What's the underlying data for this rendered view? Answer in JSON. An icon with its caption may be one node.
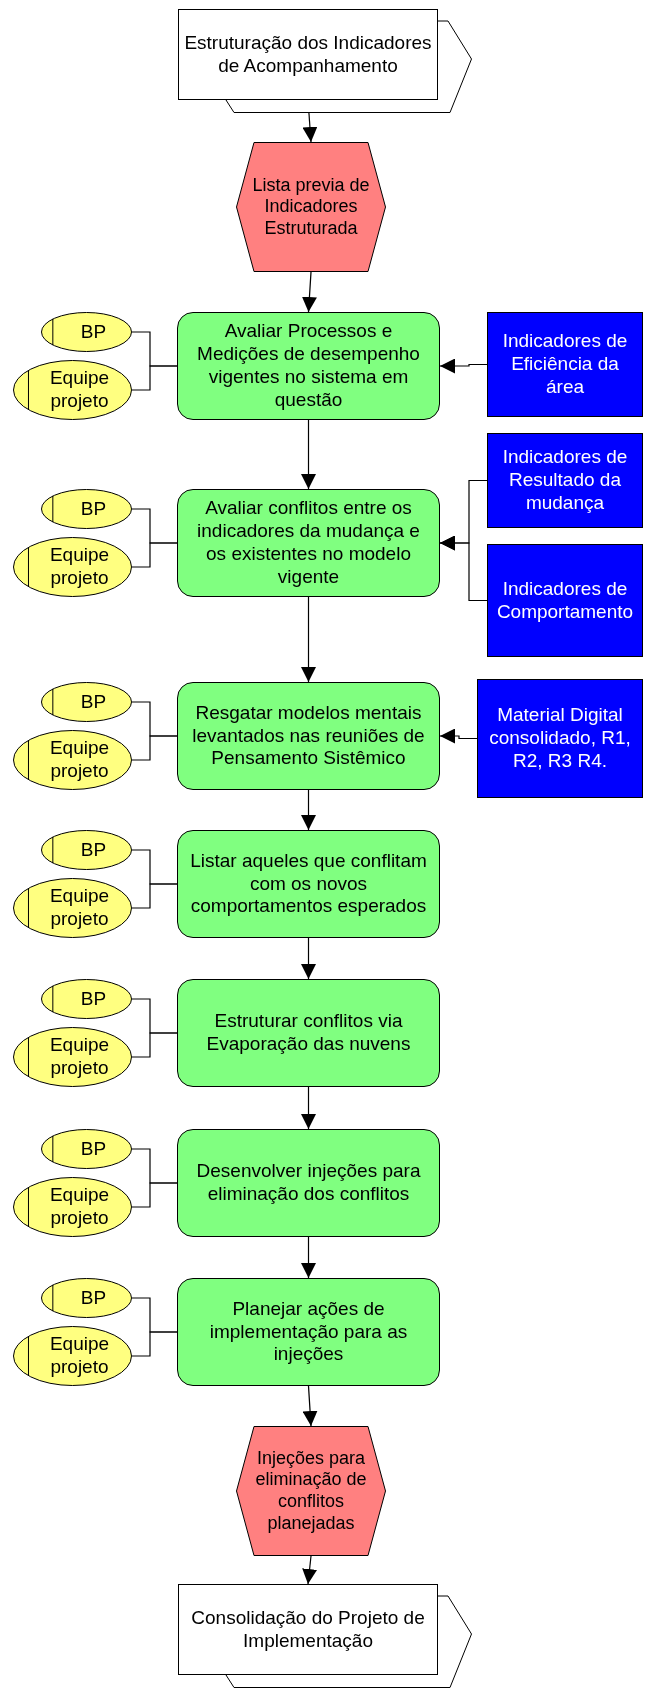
{
  "diagram": {
    "nodes": [
      {
        "text": [
          "Estruturação dos Indicadores de Acompanhamento"
        ]
      },
      {
        "text": [
          "Lista previa de Indicadores Estruturada"
        ]
      },
      {
        "text": [
          "BP"
        ]
      },
      {
        "text": [
          "Equipe projeto"
        ]
      },
      {
        "text": [
          "Avaliar Processos e Medições de desempenho vigentes no sistema em questão"
        ]
      },
      {
        "text": [
          "Indicadores de Eficiência da área"
        ]
      },
      {
        "text": [
          "BP"
        ]
      },
      {
        "text": [
          "Equipe projeto"
        ]
      },
      {
        "text": [
          "Avaliar conflitos entre os indicadores  da mudança e os existentes no modelo vigente"
        ]
      },
      {
        "text": [
          "Indicadores de Resultado da mudança"
        ]
      },
      {
        "text": [
          "Indicadores de Comportamento"
        ]
      },
      {
        "text": [
          "BP"
        ]
      },
      {
        "text": [
          "Equipe projeto"
        ]
      },
      {
        "text": [
          "Resgatar modelos mentais levantados nas reuniões de Pensamento Sistêmico"
        ]
      },
      {
        "text": [
          "Material Digital consolidado, R1, R2, R3 R4."
        ]
      },
      {
        "text": [
          "BP"
        ]
      },
      {
        "text": [
          "Equipe projeto"
        ]
      },
      {
        "text": [
          "Listar aqueles que conflitam com os novos comportamentos esperados"
        ]
      },
      {
        "text": [
          "BP"
        ]
      },
      {
        "text": [
          "Equipe projeto"
        ]
      },
      {
        "text": [
          "Estruturar conflitos via Evaporação das nuvens"
        ]
      },
      {
        "text": [
          "BP"
        ]
      },
      {
        "text": [
          "Equipe projeto"
        ]
      },
      {
        "text": [
          "Desenvolver injeções para eliminação dos conflitos"
        ]
      },
      {
        "text": [
          "BP"
        ]
      },
      {
        "text": [
          "Equipe projeto"
        ]
      },
      {
        "text": [
          "Planejar ações de implementação para as injeções"
        ]
      },
      {
        "text": [
          "Injeções para eliminação de conflitos planejadas"
        ]
      },
      {
        "text": [
          "Consolidação do Projeto de Implementação"
        ]
      }
    ],
    "edges": [
      {
        "from": 0,
        "to": 1,
        "arrow": "to"
      },
      {
        "from": 1,
        "to": 4,
        "arrow": "to"
      },
      {
        "from": 2,
        "to": 4,
        "arrow": "none"
      },
      {
        "from": 3,
        "to": 4,
        "arrow": "none"
      },
      {
        "from": 5,
        "to": 4,
        "arrow": "to"
      },
      {
        "from": 4,
        "to": 8,
        "arrow": "to"
      },
      {
        "from": 6,
        "to": 8,
        "arrow": "none"
      },
      {
        "from": 7,
        "to": 8,
        "arrow": "none"
      },
      {
        "from": 9,
        "to": 8,
        "arrow": "to"
      },
      {
        "from": 10,
        "to": 8,
        "arrow": "to"
      },
      {
        "from": 8,
        "to": 13,
        "arrow": "to"
      },
      {
        "from": 11,
        "to": 13,
        "arrow": "none"
      },
      {
        "from": 12,
        "to": 13,
        "arrow": "none"
      },
      {
        "from": 14,
        "to": 13,
        "arrow": "to"
      },
      {
        "from": 13,
        "to": 17,
        "arrow": "to"
      },
      {
        "from": 15,
        "to": 17,
        "arrow": "none"
      },
      {
        "from": 16,
        "to": 17,
        "arrow": "none"
      },
      {
        "from": 17,
        "to": 20,
        "arrow": "to"
      },
      {
        "from": 18,
        "to": 20,
        "arrow": "none"
      },
      {
        "from": 19,
        "to": 20,
        "arrow": "none"
      },
      {
        "from": 20,
        "to": 23,
        "arrow": "to"
      },
      {
        "from": 21,
        "to": 23,
        "arrow": "none"
      },
      {
        "from": 22,
        "to": 23,
        "arrow": "none"
      },
      {
        "from": 23,
        "to": 26,
        "arrow": "to"
      },
      {
        "from": 24,
        "to": 26,
        "arrow": "none"
      },
      {
        "from": 25,
        "to": 26,
        "arrow": "none"
      },
      {
        "from": 26,
        "to": 27,
        "arrow": "to"
      },
      {
        "from": 27,
        "to": 28,
        "arrow": "to"
      }
    ]
  }
}
